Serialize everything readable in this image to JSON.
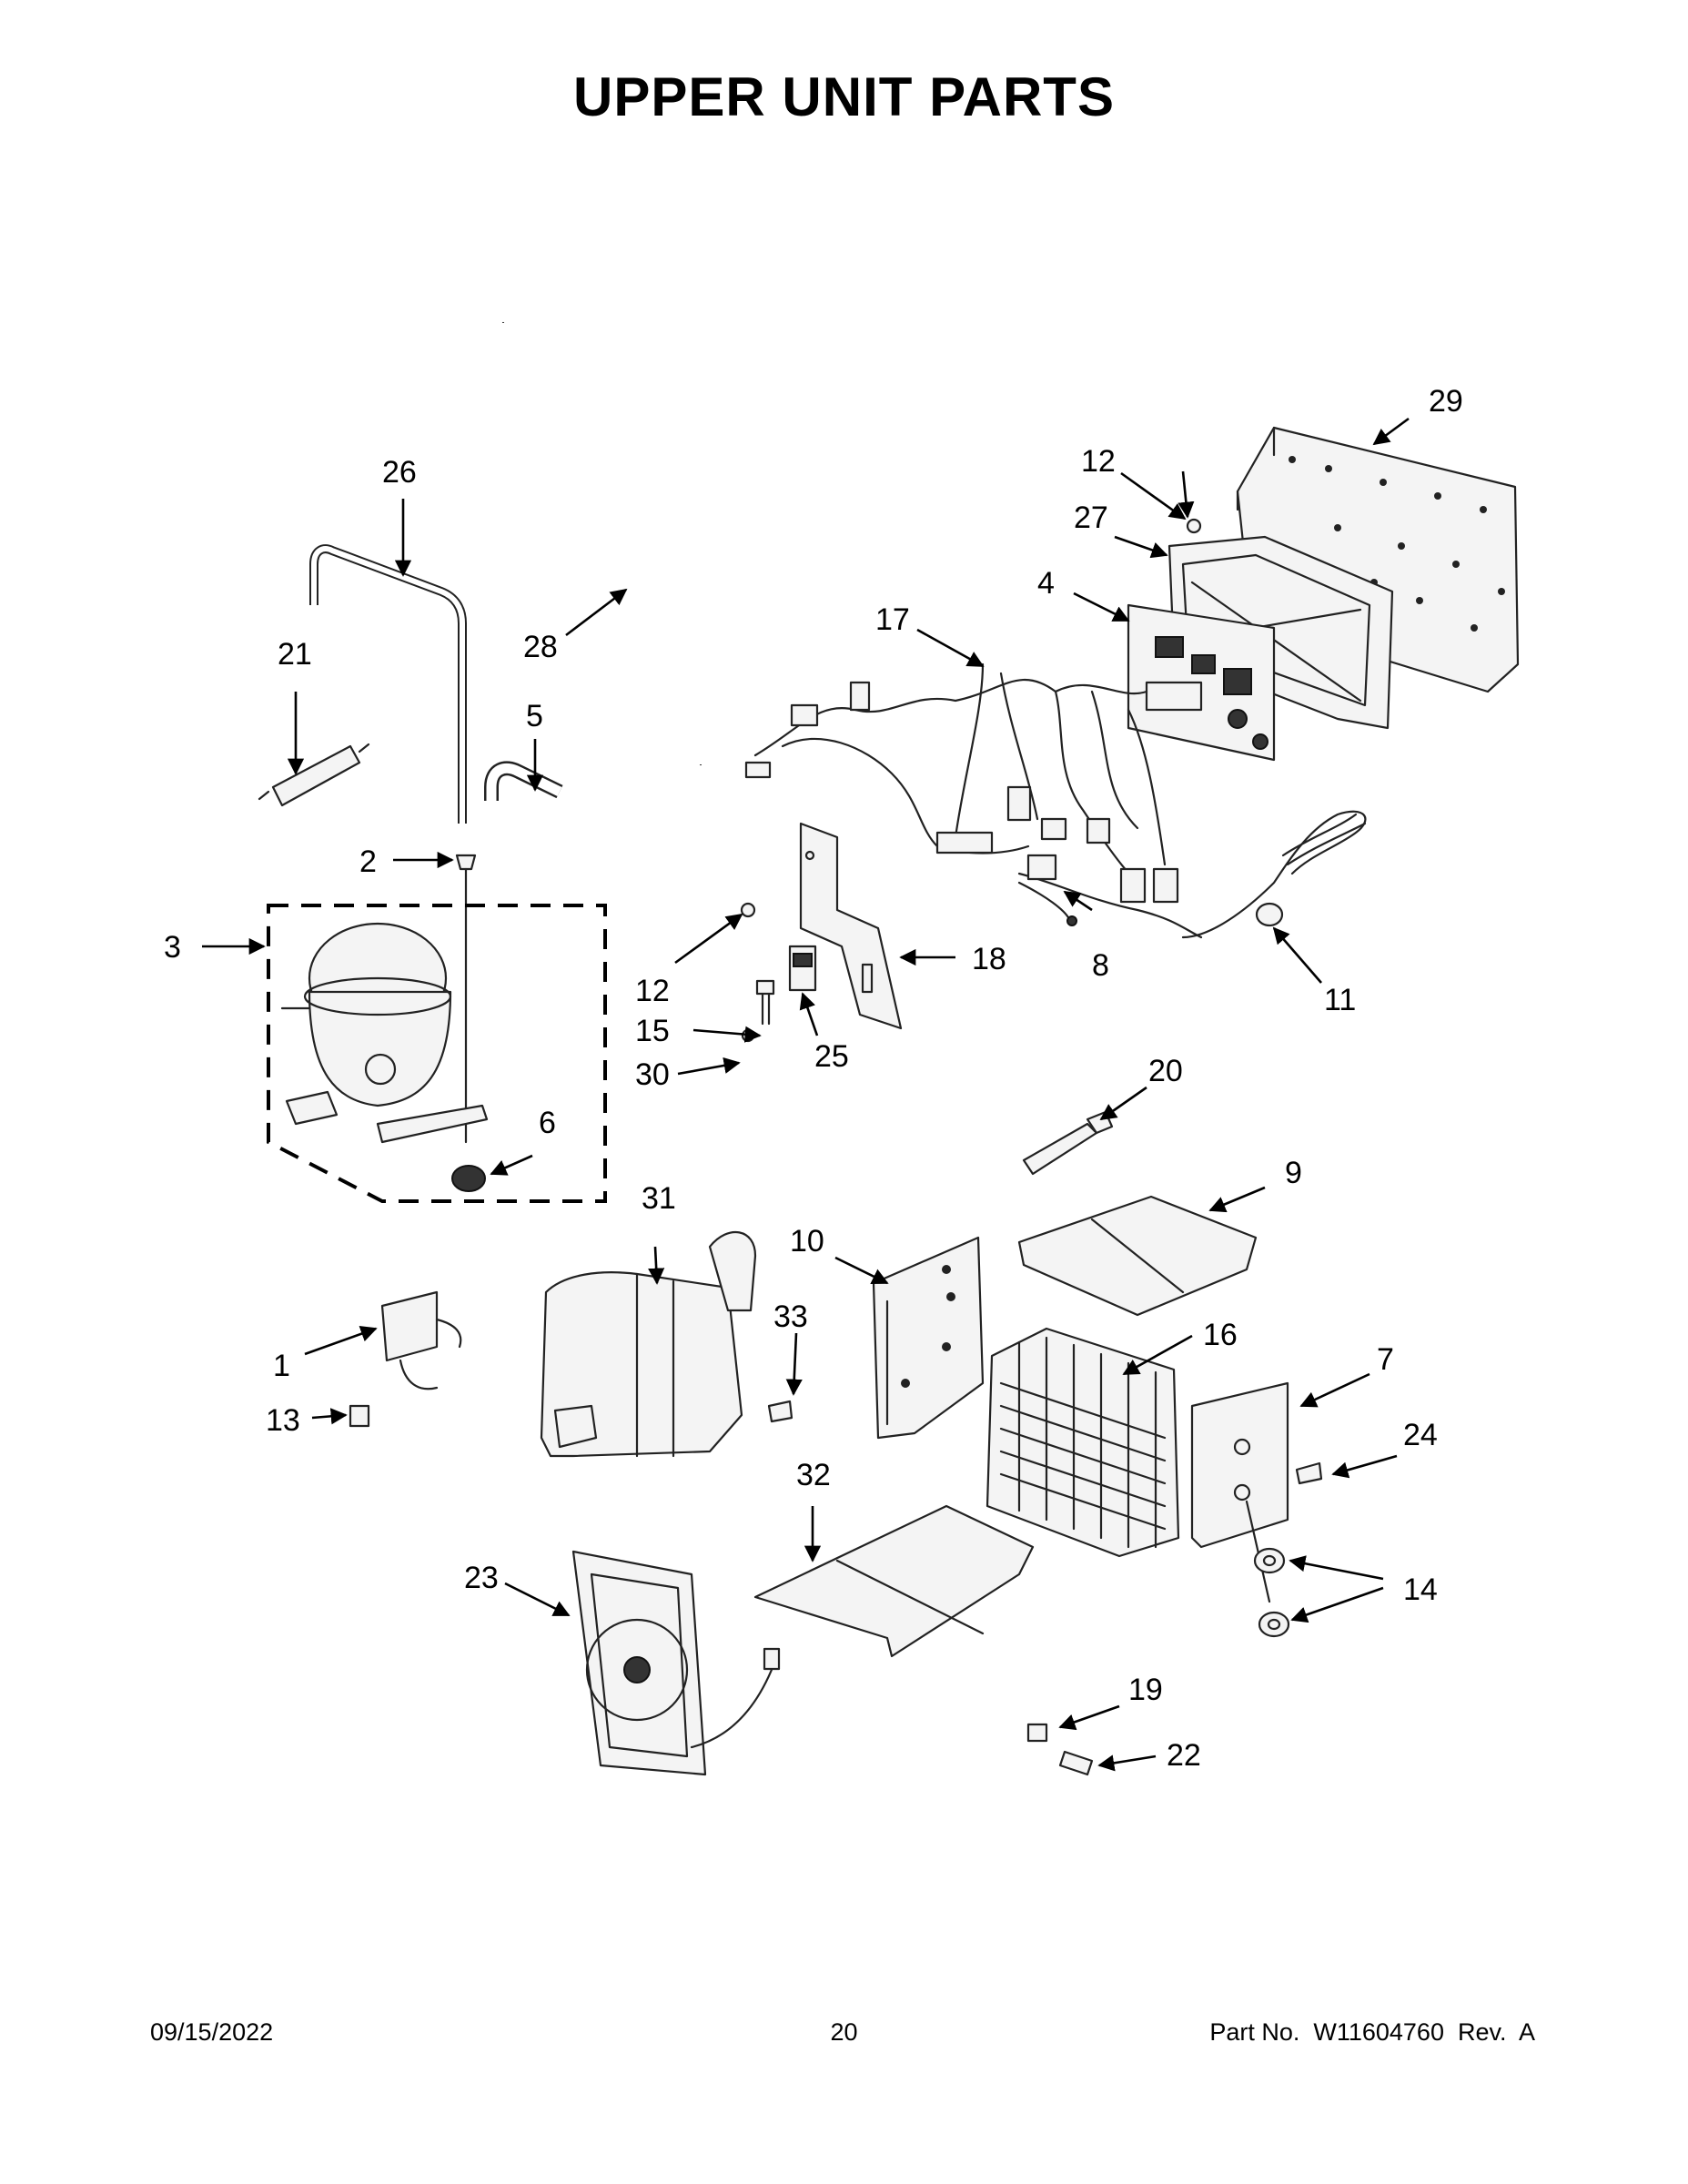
{
  "page": {
    "title": "UPPER UNIT PARTS"
  },
  "callouts": {
    "c1": "1",
    "c2": "2",
    "c3": "3",
    "c4": "4",
    "c5": "5",
    "c6": "6",
    "c7": "7",
    "c8": "8",
    "c9": "9",
    "c10": "10",
    "c11": "11",
    "c12a": "12",
    "c12b": "12",
    "c13": "13",
    "c14": "14",
    "c15": "15",
    "c16": "16",
    "c17": "17",
    "c18": "18",
    "c19": "19",
    "c20": "20",
    "c21": "21",
    "c22": "22",
    "c23": "23",
    "c24": "24",
    "c25": "25",
    "c26": "26",
    "c27": "27",
    "c28": "28",
    "c29": "29",
    "c30": "30",
    "c31": "31",
    "c32": "32",
    "c33": "33"
  },
  "footer": {
    "date": "09/15/2022",
    "page_number": "20",
    "part_number": "Part No.  W11604760  Rev.  A"
  }
}
